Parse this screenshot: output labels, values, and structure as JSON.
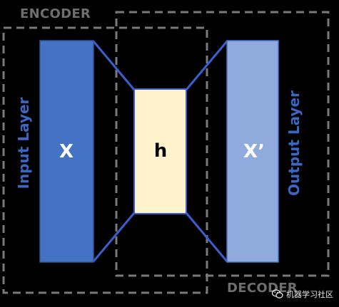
{
  "diagram": {
    "encoder_label": "ENCODER",
    "decoder_label": "DECODER",
    "input_layer_label": "Input Layer",
    "output_layer_label": "Output Layer",
    "input_symbol": "X",
    "hidden_symbol": "h",
    "output_symbol": "X’"
  },
  "colors": {
    "background": "#000000",
    "frame_dashed": "#7a7a7a",
    "input_block": "#4472c4",
    "hidden_block": "#fef3cd",
    "output_block": "#8faadc",
    "connector": "#3a5fcd",
    "layer_label_text": "#3a66c4"
  },
  "watermark": {
    "text": "机器学习社区",
    "icon": "wechat-icon"
  }
}
